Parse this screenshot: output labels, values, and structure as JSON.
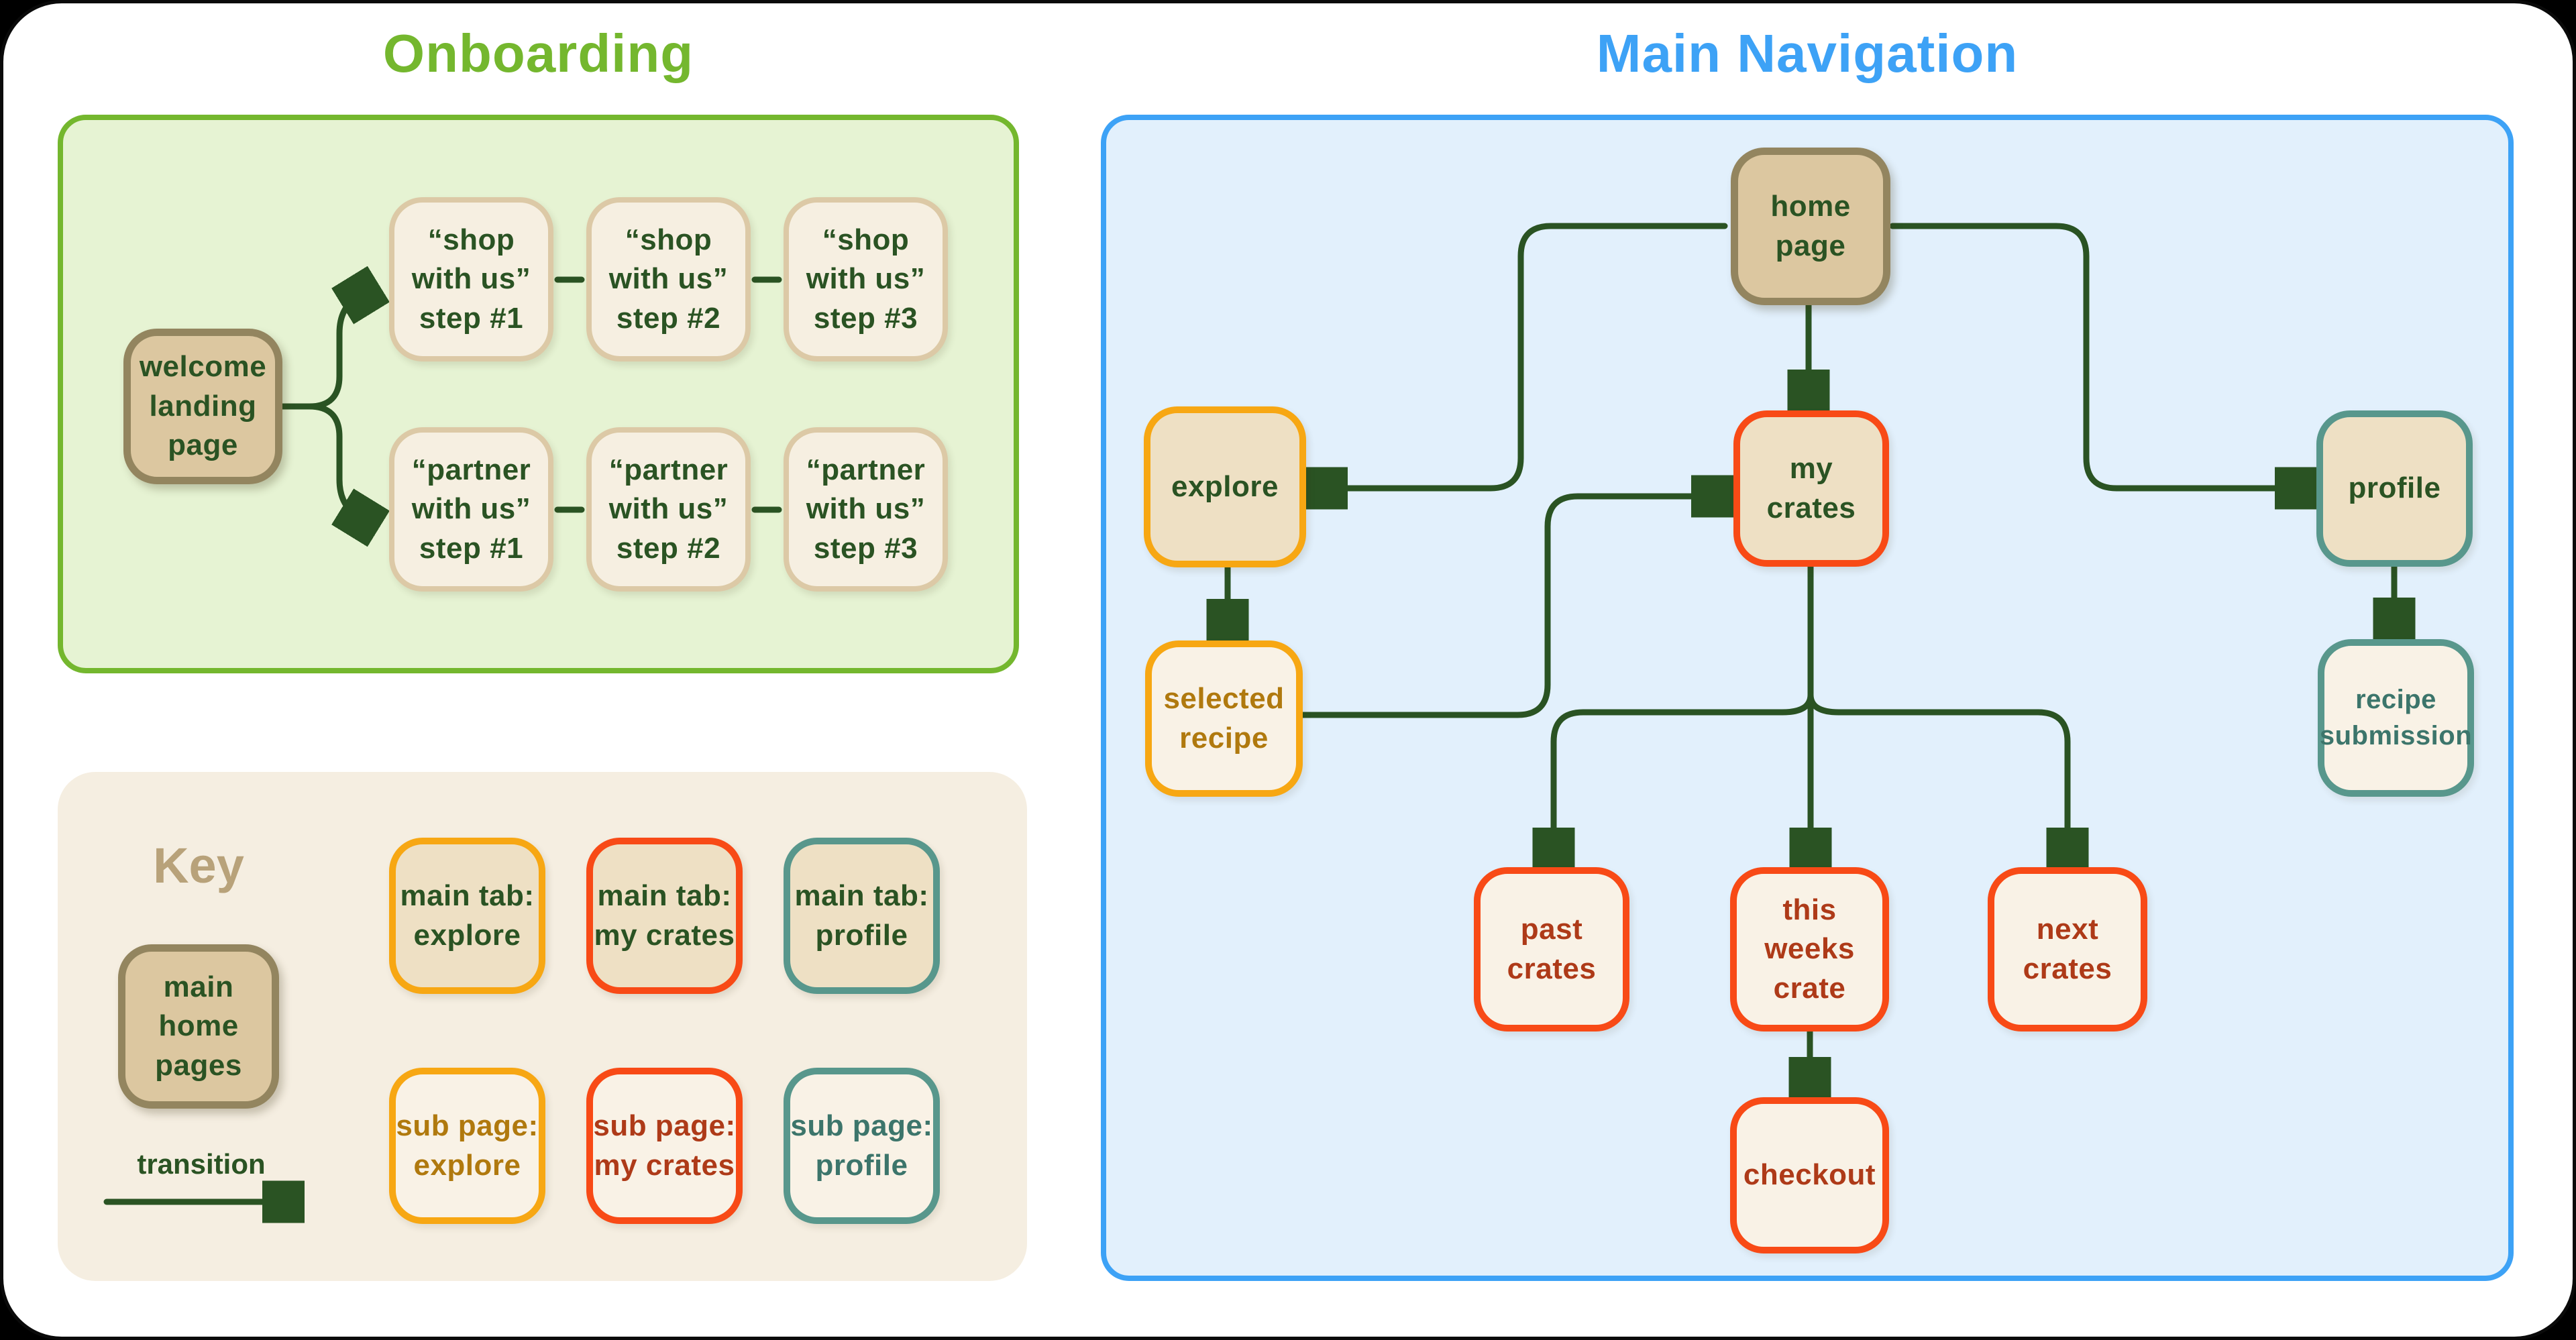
{
  "colors": {
    "page-bg": "#ffffff",
    "frame": "#0a0a0a",
    "green": "#74b72e",
    "green-fill": "#e6f3d3",
    "blue": "#3da2f6",
    "blue-fill": "#e2f0fc",
    "dark-green": "#2a5323",
    "tan-fill": "#dcc7a0",
    "tan-border": "#93855f",
    "cream-fill": "#f6efe1",
    "cream-border": "#dcc9a6",
    "key-bg": "#f5eee1",
    "key-title": "#b8a27a",
    "maintab-fill": "#eee0c4",
    "subpage-fill": "#f9f2e6",
    "orange": "#f7a713",
    "red": "#f84a16",
    "teal": "#58978c",
    "amber-text": "#b0790e",
    "red-text": "#ae3a18",
    "teal-text": "#3c756b"
  },
  "onboarding": {
    "title": "Onboarding",
    "welcome": "welcome\nlanding\npage",
    "shop_steps": [
      "“shop\nwith us”\nstep #1",
      "“shop\nwith us”\nstep #2",
      "“shop\nwith us”\nstep #3"
    ],
    "partner_steps": [
      "“partner\nwith us”\nstep #1",
      "“partner\nwith us”\nstep #2",
      "“partner\nwith us”\nstep #3"
    ]
  },
  "key": {
    "title": "Key",
    "main_home_pages": "main\nhome\npages",
    "transition": "transition",
    "main_tabs": [
      "main tab:\nexplore",
      "main tab:\nmy crates",
      "main tab:\nprofile"
    ],
    "sub_pages": [
      "sub page:\nexplore",
      "sub page:\nmy crates",
      "sub page:\nprofile"
    ]
  },
  "main_nav": {
    "title": "Main Navigation",
    "home_page": "home\npage",
    "explore": "explore",
    "my_crates": "my\ncrates",
    "profile": "profile",
    "selected_recipe": "selected\nrecipe",
    "recipe_submission": "recipe\nsubmission",
    "past_crates": "past\ncrates",
    "this_weeks_crate": "this\nweeks\ncrate",
    "next_crates": "next\ncrates",
    "checkout": "checkout"
  }
}
